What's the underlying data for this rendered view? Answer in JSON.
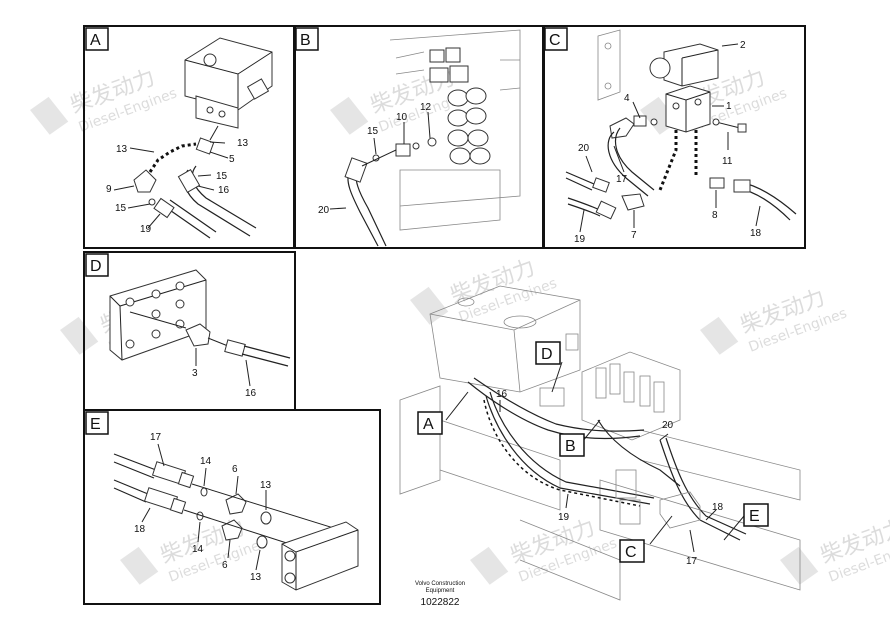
{
  "watermark": {
    "brand_cn": "柴发动力",
    "brand_en": "Diesel-Engines"
  },
  "panels": {
    "A": "A",
    "B": "B",
    "C": "C",
    "D": "D",
    "E": "E"
  },
  "callouts": {
    "A": "A",
    "B": "B",
    "C": "C",
    "D": "D",
    "E": "E"
  },
  "part_numbers": {
    "a_13_top": "13",
    "a_13_right": "13",
    "a_9": "9",
    "a_5": "5",
    "a_15_right": "15",
    "a_16": "16",
    "a_15_left": "15",
    "a_19": "19",
    "b_12": "12",
    "b_10": "10",
    "b_15": "15",
    "b_20": "20",
    "c_2": "2",
    "c_4": "4",
    "c_1": "1",
    "c_20": "20",
    "c_17": "17",
    "c_11": "11",
    "c_8": "8",
    "c_19": "19",
    "c_7": "7",
    "c_18": "18",
    "d_3": "3",
    "d_16": "16",
    "e_17": "17",
    "e_14_top": "14",
    "e_6_top": "6",
    "e_13_top": "13",
    "e_18": "18",
    "e_14_bottom": "14",
    "e_6_bottom": "6",
    "e_13_bottom": "13",
    "m_16": "16",
    "m_20": "20",
    "m_19": "19",
    "m_18": "18",
    "m_17": "17"
  },
  "credit": {
    "line1": "Volvo Construction",
    "line2": "Equipment",
    "drawing_number": "1022822"
  }
}
